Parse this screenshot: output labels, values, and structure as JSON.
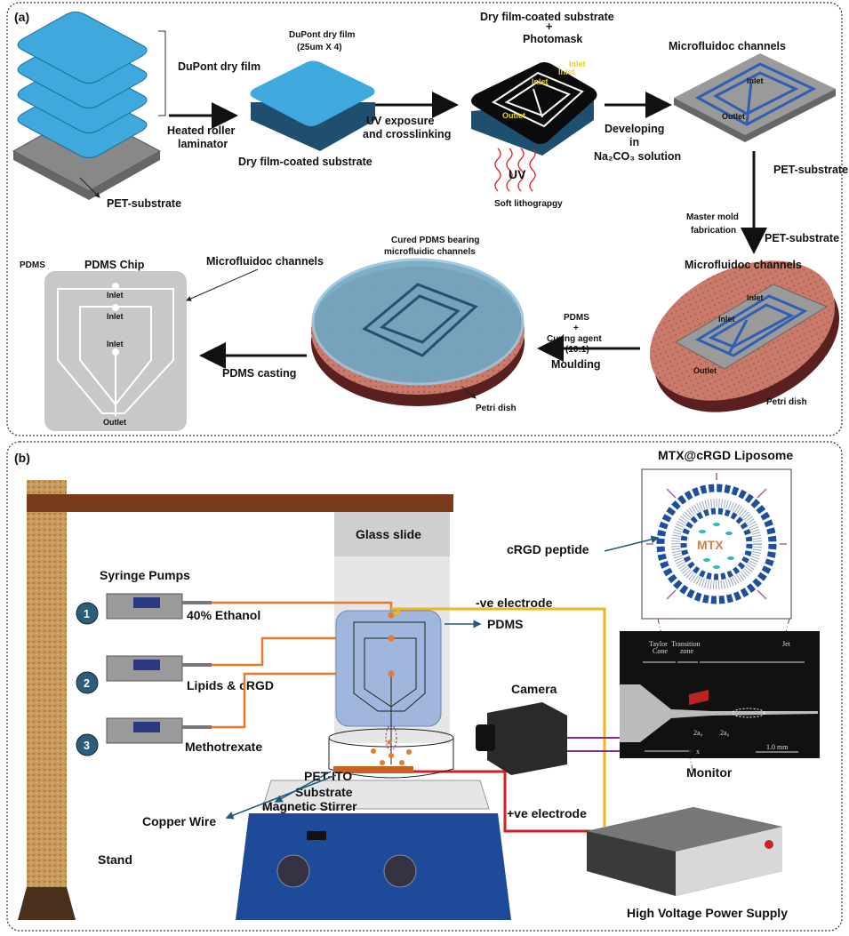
{
  "panel_a": {
    "label": "(a)",
    "stack_label": "DuPont dry film",
    "pet_substrate_1": "PET-substrate",
    "laminator": [
      "Heated roller",
      "laminator"
    ],
    "film_label": [
      "DuPont dry film",
      "(25um X 4)"
    ],
    "coated_label": "Dry film-coated substrate",
    "uv_step": [
      "UV exposure",
      "and crosslinking"
    ],
    "photomask_label": [
      "Dry film-coated substrate",
      "+",
      "Photomask"
    ],
    "inlet": "Inlet",
    "outlet": "Outlet",
    "uv": "UV",
    "soft_litho": "Soft lithograpgy",
    "developing": [
      "Developing",
      "in",
      "Na₂CO₃ solution"
    ],
    "channels_label": "Microfluidoc channels",
    "pet_substrate_2": "PET-substrate",
    "master_mold": [
      "Master mold",
      "fabrication"
    ],
    "pet_substrate_3": "PET-substrate",
    "channels_label_2": "Microfluidoc channels",
    "petri_dish": "Petri dish",
    "pdms_mix": [
      "PDMS",
      "+",
      "Curing agent",
      "(10:1)"
    ],
    "moulding": "Moulding",
    "cured_pdms": [
      "Cured PDMS bearing",
      "microfluidic channels"
    ],
    "petri_dish_2": "Petri dish",
    "pdms_casting": "PDMS casting",
    "pdms_chip": "PDMS Chip",
    "pdms": "PDMS",
    "channels_label_3": "Microfluidoc channels"
  },
  "panel_b": {
    "label": "(b)",
    "liposome_title": "MTX@cRGD Liposome",
    "mtx": "MTX",
    "crgd": "cRGD peptide",
    "glass_slide": "Glass slide",
    "syringe_pumps": "Syringe Pumps",
    "pump_numbers": [
      "1",
      "2",
      "3"
    ],
    "ethanol": "40% Ethanol",
    "lipids": "Lipids & cRGD",
    "methotrexate": "Methotrexate",
    "neg_electrode": "-ve  electrode",
    "pdms": "PDMS",
    "camera": "Camera",
    "monitor": "Monitor",
    "monitor_image": {
      "taylor": [
        "Taylor",
        "Cone"
      ],
      "transition": [
        "Transition",
        "zone"
      ],
      "jet": "Jet",
      "a0_1": "2a₀",
      "a0_2": "2a₀",
      "x": "x",
      "scale": "1.0 mm"
    },
    "pet_ito": [
      "PET-ITO",
      "Substrate"
    ],
    "copper_wire": "Copper Wire",
    "magnetic_stirrer": "Magnetic Stirrer",
    "pos_electrode": "+ve electrode",
    "stand": "Stand",
    "power_supply": "High Voltage Power Supply"
  },
  "colors": {
    "film_blue": "#3fa9de",
    "channel_blue": "#2f5fb5",
    "orange_tube": "#e8782e",
    "yellow_wire": "#f2b51c",
    "red_wire": "#d42020",
    "liposome_blue": "#1d4fa0",
    "mtx_teal": "#35b8b8"
  }
}
